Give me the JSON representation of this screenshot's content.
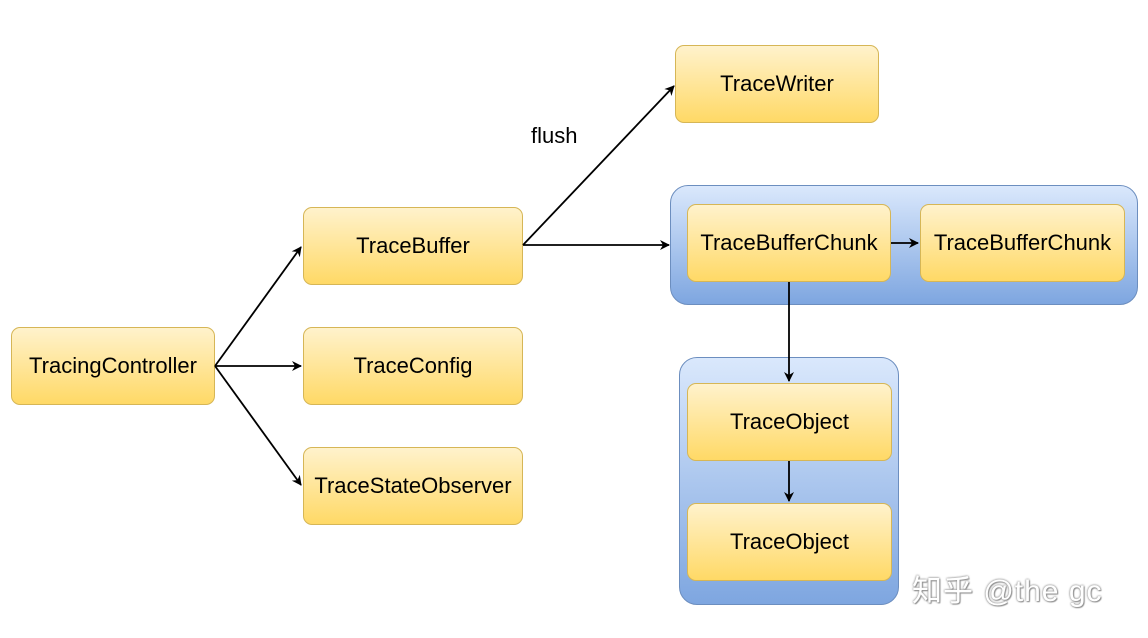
{
  "nodes": {
    "tracing_controller": "TracingController",
    "trace_buffer": "TraceBuffer",
    "trace_config": "TraceConfig",
    "trace_state_observer": "TraceStateObserver",
    "trace_writer": "TraceWriter",
    "trace_buffer_chunk_1": "TraceBufferChunk",
    "trace_buffer_chunk_2": "TraceBufferChunk",
    "trace_object_1": "TraceObject",
    "trace_object_2": "TraceObject"
  },
  "edge_labels": {
    "flush": "flush"
  },
  "watermark": "知乎 @the gc",
  "colors": {
    "node_fill_top": "#fff2cc",
    "node_fill_bottom": "#ffd966",
    "node_stroke": "#d6b656",
    "group_fill_top": "#dae8fc",
    "group_fill_bottom": "#7ea6e0",
    "group_stroke": "#6c8ebf",
    "edge": "#000000"
  }
}
